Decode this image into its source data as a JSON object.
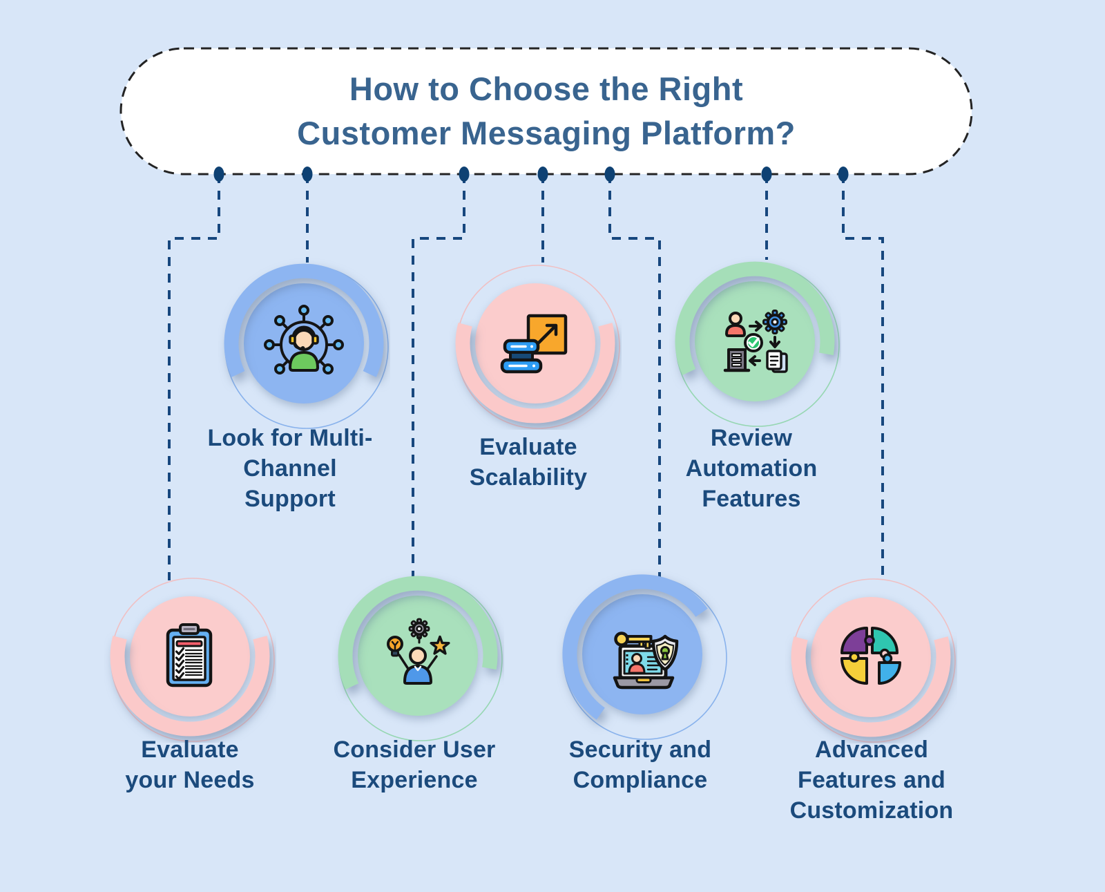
{
  "title": {
    "line1": "How to Choose the Right",
    "line2": "Customer Messaging Platform?"
  },
  "steps": [
    {
      "label": "Look for Multi-\nChannel\nSupport",
      "icon": "multi-channel-support-icon",
      "theme": "blue"
    },
    {
      "label": "Evaluate\nScalability",
      "icon": "scalability-icon",
      "theme": "pink"
    },
    {
      "label": "Review\nAutomation\nFeatures",
      "icon": "automation-icon",
      "theme": "green"
    },
    {
      "label": "Evaluate\nyour Needs",
      "icon": "checklist-icon",
      "theme": "pink"
    },
    {
      "label": "Consider User\nExperience",
      "icon": "user-experience-icon",
      "theme": "green"
    },
    {
      "label": "Security and\nCompliance",
      "icon": "security-compliance-icon",
      "theme": "blue"
    },
    {
      "label": "Advanced\nFeatures and\nCustomization",
      "icon": "puzzle-icon",
      "theme": "pink"
    }
  ],
  "colors": {
    "background": "#d8e6f8",
    "title_text": "#39648f",
    "label_text": "#1b4a7c",
    "pill_border": "#232323",
    "connector": "#17477e",
    "dot": "#0e4173",
    "circle_blue": "#8db5f1",
    "circle_pink": "#fbcccc",
    "circle_green": "#a9e0bc"
  }
}
